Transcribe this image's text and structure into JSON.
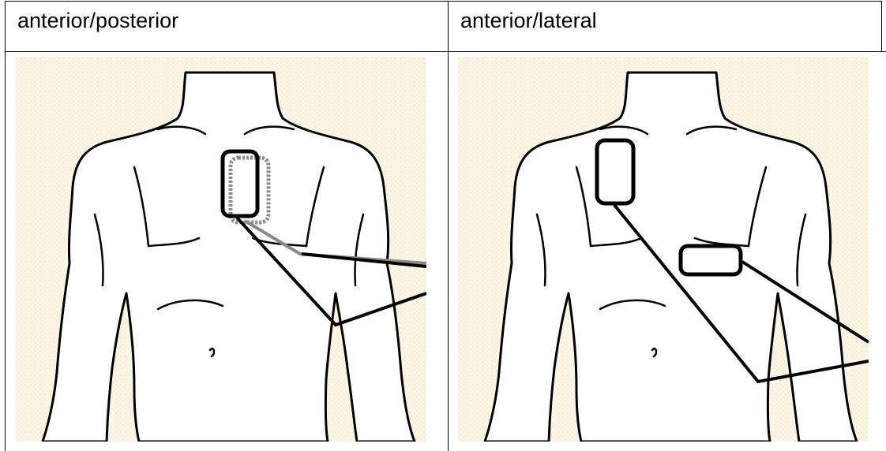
{
  "table": {
    "columns": [
      {
        "header": "anterior/posterior",
        "figure": "chest-diagram-anterior-posterior"
      },
      {
        "header": "anterior/lateral",
        "figure": "chest-diagram-anterior-lateral"
      }
    ]
  },
  "colors": {
    "background": "#fbf6e3",
    "outline": "#000000",
    "posterior_pad": "#8a8a8a"
  }
}
